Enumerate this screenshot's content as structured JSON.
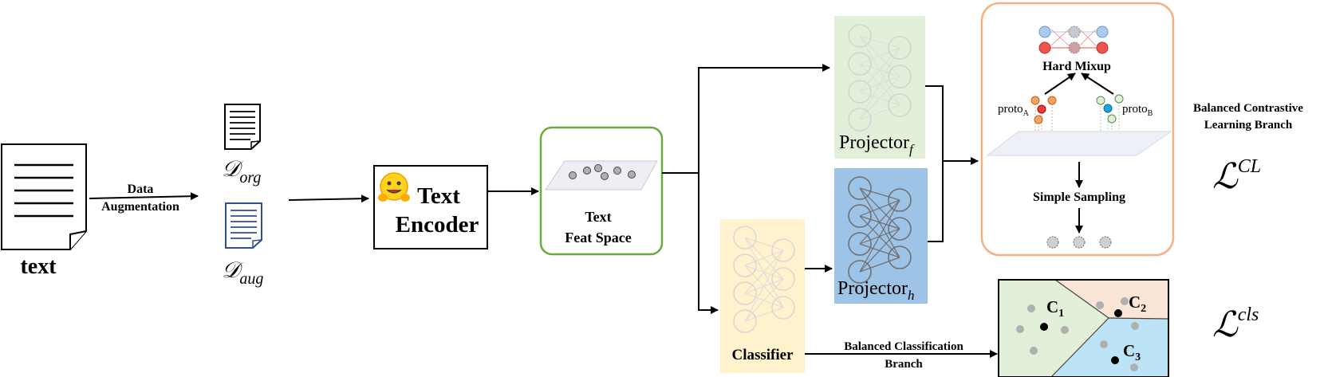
{
  "input": {
    "label": "text"
  },
  "augmentation": {
    "line1": "Data",
    "line2": "Augmentation"
  },
  "datasets": {
    "org": {
      "main": "𝒟",
      "sub": "org"
    },
    "aug": {
      "main": "𝒟",
      "sub": "aug"
    }
  },
  "encoder": {
    "line1": "Text",
    "line2": "Encoder"
  },
  "feat_space": {
    "line1": "Text",
    "line2": "Feat Space"
  },
  "projector_f": {
    "main": "Projector",
    "sub": "f"
  },
  "projector_h": {
    "main": "Projector",
    "sub": "h"
  },
  "classifier": {
    "label": "Classifier"
  },
  "contrastive": {
    "hard_mixup": "Hard Mixup",
    "proto_a": {
      "main": "proto",
      "sub": "A"
    },
    "proto_b": {
      "main": "proto",
      "sub": "B"
    },
    "simple_sampling": "Simple Sampling",
    "branch_line1": "Balanced Contrastive",
    "branch_line2": "Learning Branch",
    "loss": {
      "main": "ℒ",
      "sup": "CL"
    }
  },
  "classification": {
    "branch_line1": "Balanced Classification",
    "branch_line2": "Branch",
    "regions": [
      {
        "main": "C",
        "sub": "1"
      },
      {
        "main": "C",
        "sub": "2"
      },
      {
        "main": "C",
        "sub": "3"
      }
    ],
    "loss": {
      "main": "ℒ",
      "sup": "cls"
    }
  },
  "colors": {
    "feat_border": "#6aab3f",
    "projector_f_fill": "#e2efd9",
    "projector_h_fill": "#9dc3e6",
    "classifier_fill": "#fff2cc",
    "contrastive_border": "#f4b183",
    "region1": "#e2efd9",
    "region2": "#fbe5d6",
    "region3": "#bde4f6",
    "red_node": "#ef5350",
    "blue_node": "#a9cbee",
    "orange_node": "#f4a460",
    "teal_node": "#1aa6d9"
  },
  "icons": [
    "document-icon",
    "hugging-face-icon",
    "neural-network-icon"
  ]
}
